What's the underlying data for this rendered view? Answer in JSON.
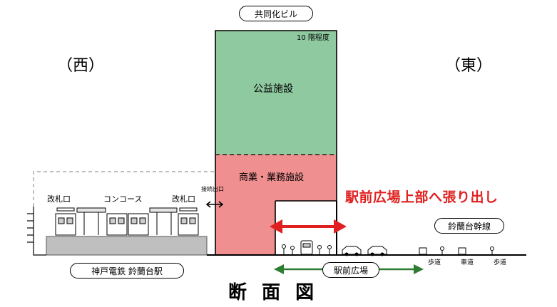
{
  "building": {
    "label": "共同化ビル",
    "floors": "10 階程度",
    "public_facility": "公益施設",
    "commercial_facility": "商業・業務施設"
  },
  "directions": {
    "west": "（西）",
    "east": "（東）"
  },
  "overhang_label": "駅前広場上部へ張り出し",
  "station": {
    "ticket_gate_left": "改札口",
    "concourse": "コンコース",
    "ticket_gate_right": "改札口",
    "connection_exit": "接続出口",
    "name": "神戸電鉄 鈴蘭台駅"
  },
  "road": {
    "name": "鈴蘭台幹線"
  },
  "plaza": {
    "label": "駅前広場"
  },
  "sidewalks": [
    "歩道",
    "車道",
    "歩道"
  ],
  "caption": "断 面 図",
  "colors": {
    "green": "#8fc9a0",
    "red": "#ef8f8f",
    "arrow_red": "#e02020",
    "arrow_green": "#2e7d32"
  }
}
